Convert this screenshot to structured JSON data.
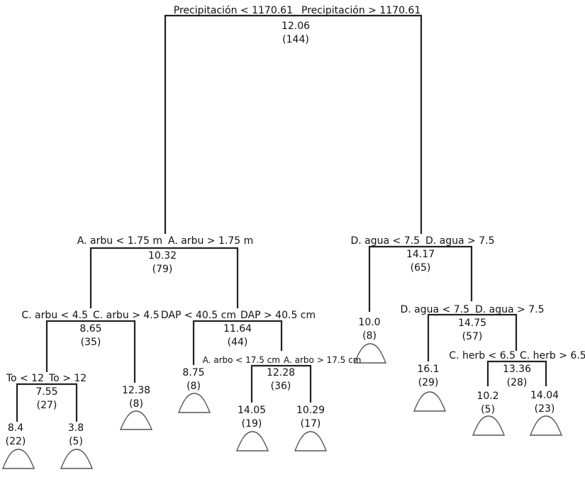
{
  "tree": {
    "root": {
      "value": "12.06",
      "n": "(144)",
      "left_rule": "Precipitación < 1170.61",
      "right_rule": "Precipitación > 1170.61"
    },
    "n_left": {
      "value": "10.32",
      "n": "(79)",
      "left_rule": "A. arbu < 1.75 m",
      "right_rule": "A. arbu > 1.75 m"
    },
    "n_right": {
      "value": "14.17",
      "n": "(65)",
      "left_rule": "D. agua < 7.5",
      "right_rule": "D. agua > 7.5"
    },
    "n_ll": {
      "value": "8.65",
      "n": "(35)",
      "left_rule": "C. arbu < 4.5",
      "right_rule": "C. arbu > 4.5"
    },
    "n_lr": {
      "value": "11.64",
      "n": "(44)",
      "left_rule": "DAP < 40.5 cm",
      "right_rule": "DAP > 40.5 cm"
    },
    "n_rr": {
      "value": "14.75",
      "n": "(57)",
      "left_rule": "D. agua < 7.5",
      "right_rule": "D. agua > 7.5"
    },
    "n_lll": {
      "value": "7.55",
      "n": "(27)",
      "left_rule": "To < 12",
      "right_rule": "To > 12"
    },
    "n_lrr": {
      "value": "12.28",
      "n": "(36)",
      "left_rule": "A. arbo < 17.5 cm",
      "right_rule": "A. arbo > 17.5 cm"
    },
    "n_rrr": {
      "value": "13.36",
      "n": "(28)",
      "left_rule": "C. herb < 6.5",
      "right_rule": "C. herb > 6.5"
    },
    "leaves": {
      "l1": {
        "value": "8.4",
        "n": "(22)"
      },
      "l2": {
        "value": "3.8",
        "n": "(5)"
      },
      "l3": {
        "value": "12.38",
        "n": "(8)"
      },
      "l4": {
        "value": "8.75",
        "n": "(8)"
      },
      "l5": {
        "value": "14.05",
        "n": "(19)"
      },
      "l6": {
        "value": "10.29",
        "n": "(17)"
      },
      "l7": {
        "value": "10.0",
        "n": "(8)"
      },
      "l8": {
        "value": "16.1",
        "n": "(29)"
      },
      "l9": {
        "value": "10.2",
        "n": "(5)"
      },
      "l10": {
        "value": "14.04",
        "n": "(23)"
      }
    }
  }
}
